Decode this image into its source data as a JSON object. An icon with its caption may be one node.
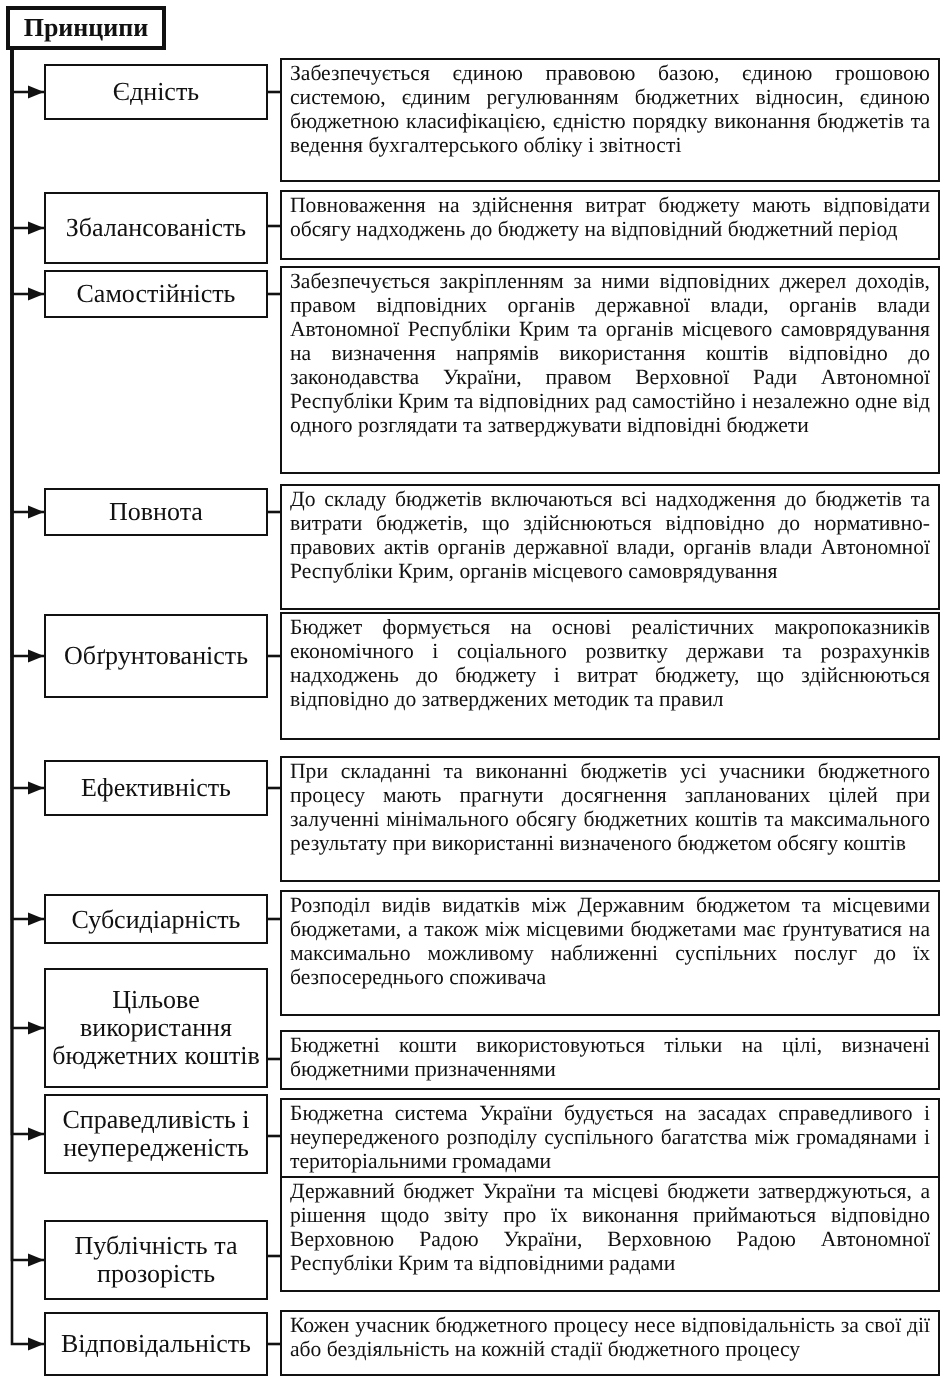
{
  "diagram": {
    "nodes": [
      {
        "text": [
          "Принципи"
        ]
      },
      {
        "text": [
          "Єдність"
        ]
      },
      {
        "text": [
          "Забезпечується єдиною правовою базою, єдиною грошовою системою, єдиним регулюванням бюджетних відносин, єдиною бюджетною класифікацією, єдністю порядку виконання бюджетів та ведення бухгалтерського обліку і звітності"
        ]
      },
      {
        "text": [
          "Збалансованість"
        ]
      },
      {
        "text": [
          "Повноваження на здійснення витрат бюджету мають відповідати обсягу надходжень до бюджету на відповідний бюджетний період"
        ]
      },
      {
        "text": [
          "Самостійність"
        ]
      },
      {
        "text": [
          "Забезпечується закріпленням за ними відповідних джерел доходів, правом відповідних органів державної влади, органів влади Автономної Республіки Крим та органів місцевого самоврядування на визначення напрямів використання коштів відповідно до законодавства України, правом Верховної Ради Автономної Республіки Крим та відповідних рад самостійно і незалежно одне від одного розглядати та затверджувати відповідні бюджети"
        ]
      },
      {
        "text": [
          "Повнота"
        ]
      },
      {
        "text": [
          "До складу бюджетів включаються всі надходження до бюджетів та витрати бюджетів, що здійснюються відповідно до нормативно-правових актів органів державної влади, органів влади Автономної Республіки Крим, органів місцевого самоврядування"
        ]
      },
      {
        "text": [
          "Обґрунтованість"
        ]
      },
      {
        "text": [
          "Бюджет формується на основі реалістичних макропоказників економічного і соціального розвитку держави та розрахунків надходжень до бюджету і витрат бюджету, що здійснюються відповідно до затверджених методик та правил"
        ]
      },
      {
        "text": [
          "Ефективність"
        ]
      },
      {
        "text": [
          "При складанні та виконанні бюджетів усі учасники бюджетного процесу мають прагнути досягнення запланованих цілей при залученні мінімального обсягу бюджетних коштів та максимального результату при використанні визначеного бюджетом обсягу коштів"
        ]
      },
      {
        "text": [
          "Субсидіарність"
        ]
      },
      {
        "text": [
          "Розподіл видів видатків між Державним бюджетом та місцевими бюджетами, а також між місцевими бюджетами має ґрунтуватися на максимально можливому наближенні суспільних послуг до їх безпосереднього споживача"
        ]
      },
      {
        "text": [
          "Цільове використання бюджетних коштів"
        ]
      },
      {
        "text": [
          "Бюджетні кошти використовуються тільки на цілі, визначені бюджетними призначеннями"
        ]
      },
      {
        "text": [
          "Справедливість і неупередженість"
        ]
      },
      {
        "text": [
          "Бюджетна система України будується на засадах справедливого і неупередженого розподілу суспільного багатства між громадянами і територіальними громадами"
        ]
      },
      {
        "text": [
          "Публічність та прозорість"
        ]
      },
      {
        "text": [
          "Державний бюджет України та місцеві бюджети затверджуються, а рішення щодо звіту про їх виконання приймаються відповідно Верховною Радою України, Верховною Радою Автономної Республіки Крим та відповідними радами"
        ]
      },
      {
        "text": [
          "Відповідальність"
        ]
      },
      {
        "text": [
          "Кожен учасник бюджетного процесу несе відповідальність за свої дії або бездіяльність на кожній стадії бюджетного процесу"
        ]
      }
    ],
    "edges": [
      {
        "from": 0,
        "to": 1,
        "arrow": "to"
      },
      {
        "from": 0,
        "to": 3,
        "arrow": "to"
      },
      {
        "from": 0,
        "to": 5,
        "arrow": "to"
      },
      {
        "from": 0,
        "to": 7,
        "arrow": "to"
      },
      {
        "from": 0,
        "to": 9,
        "arrow": "to"
      },
      {
        "from": 0,
        "to": 11,
        "arrow": "to"
      },
      {
        "from": 0,
        "to": 13,
        "arrow": "to"
      },
      {
        "from": 0,
        "to": 15,
        "arrow": "to"
      },
      {
        "from": 0,
        "to": 17,
        "arrow": "to"
      },
      {
        "from": 0,
        "to": 19,
        "arrow": "to"
      },
      {
        "from": 0,
        "to": 21,
        "arrow": "to"
      },
      {
        "from": 1,
        "to": 2,
        "arrow": "none"
      },
      {
        "from": 3,
        "to": 4,
        "arrow": "none"
      },
      {
        "from": 5,
        "to": 6,
        "arrow": "none"
      },
      {
        "from": 7,
        "to": 8,
        "arrow": "none"
      },
      {
        "from": 9,
        "to": 10,
        "arrow": "none"
      },
      {
        "from": 11,
        "to": 12,
        "arrow": "none"
      },
      {
        "from": 13,
        "to": 14,
        "arrow": "none"
      },
      {
        "from": 15,
        "to": 16,
        "arrow": "none"
      },
      {
        "from": 17,
        "to": 18,
        "arrow": "none"
      },
      {
        "from": 19,
        "to": 20,
        "arrow": "none"
      },
      {
        "from": 21,
        "to": 22,
        "arrow": "none"
      }
    ]
  }
}
